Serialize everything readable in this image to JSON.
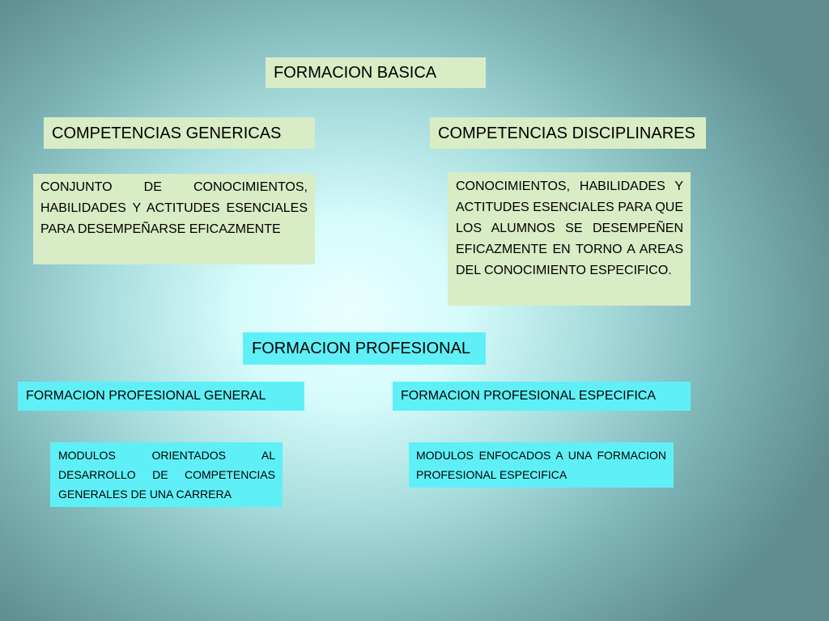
{
  "basic": {
    "title": "FORMACION BASICA",
    "generic": {
      "heading": "COMPETENCIAS GENERICAS",
      "description": "CONJUNTO DE CONOCIMIENTOS, HABILIDADES Y ACTITUDES ESENCIALES PARA DESEMPEÑARSE EFICAZMENTE"
    },
    "disciplinary": {
      "heading": "COMPETENCIAS DISCIPLINARES",
      "description": "CONOCIMIENTOS, HABILIDADES Y ACTITUDES ESENCIALES PARA QUE LOS ALUMNOS SE DESEMPEÑEN EFICAZMENTE EN TORNO A AREAS DEL CONOCIMIENTO ESPECIFICO."
    }
  },
  "professional": {
    "title": "FORMACION PROFESIONAL",
    "general": {
      "heading": "FORMACION PROFESIONAL GENERAL",
      "description": "MODULOS ORIENTADOS AL DESARROLLO DE COMPETENCIAS GENERALES DE UNA CARRERA"
    },
    "specific": {
      "heading": "FORMACION PROFESIONAL ESPECIFICA",
      "description": "MODULOS ENFOCADOS A UNA FORMACION PROFESIONAL ESPECIFICA"
    }
  },
  "colors": {
    "green_box": "#d8ecc6",
    "cyan_box": "#5ff0f7"
  }
}
